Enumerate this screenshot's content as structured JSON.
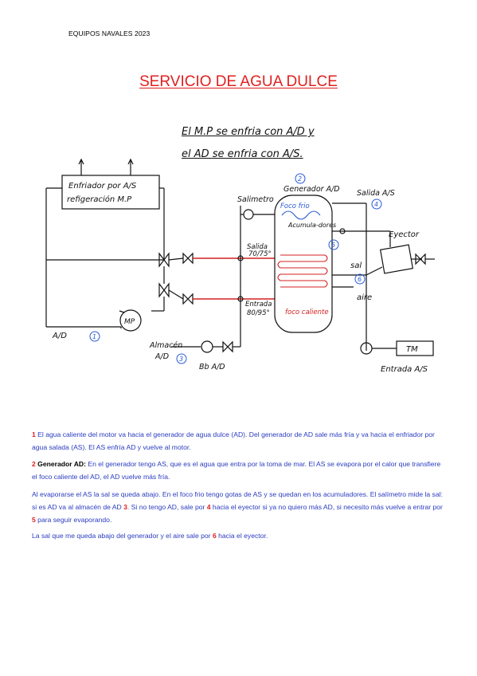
{
  "header": {
    "text": "EQUIPOS NAVALES 2023"
  },
  "title": "SERVICIO DE AGUA DULCE",
  "diagram": {
    "note_line1": "El M.P se enfria con A/D y",
    "note_line2": "el AD se enfria con A/S.",
    "cooler_line1": "Enfriador por A/S",
    "cooler_line2": "refigeración M.P",
    "salimetro": "Salimetro",
    "generator": "Generador A/D",
    "num2": "2",
    "foco_frio": "Foco frio",
    "acumuladores": "Acumula-dores",
    "salida_as": "Salida A/S",
    "num4": "4",
    "eyector": "Eyector",
    "num5": "5",
    "sal": "sal",
    "num6": "6",
    "aire": "aire",
    "salida_temp_label": "Salida",
    "salida_temp": "70/75°",
    "entrada_temp_label": "Entrada",
    "entrada_temp": "80/95°",
    "foco_caliente": "foco caliente",
    "mp": "MP",
    "ad_left": "A/D",
    "num1": "1",
    "almacen": "Almacén",
    "almacen_ad": "A/D",
    "num3": "3",
    "bb_ad": "Bb A/D",
    "tm": "TM",
    "entrada_as": "Entrada A/S"
  },
  "paragraphs": {
    "p1": {
      "num": "1",
      "text": " El agua caliente del motor va hacia el generador de agua dulce (AD). Del generador de AD sale más fría y va hacia el enfriador por agua salada (AS). El AS enfría AD y vuelve al motor."
    },
    "p2": {
      "num": "2",
      "label": " Generador AD:",
      "text": " En el generador tengo AS, que es el agua que entra por la toma de mar. El AS se evapora por el calor que transfiere el foco caliente del AD, el AD vuelve más fría."
    },
    "p3": {
      "a": "Al evaporarse el AS la sal se queda abajo. En el foco frio tengo gotas de AS y se quedan en los acumuladores. El salímetro mide la sal: si es AD va al almacén de AD ",
      "n3": "3",
      "b": ". Si no tengo AD, sale por ",
      "n4": "4",
      "c": " hacia el eyector si ya no quiero más AD, si necesito más vuelve a entrar por ",
      "n5": "5",
      "d": " para seguir evaporando."
    },
    "p4": {
      "a": "La sal que me queda abajo del generador y el aire sale por ",
      "n6": "6",
      "b": " hacia el eyector."
    }
  }
}
